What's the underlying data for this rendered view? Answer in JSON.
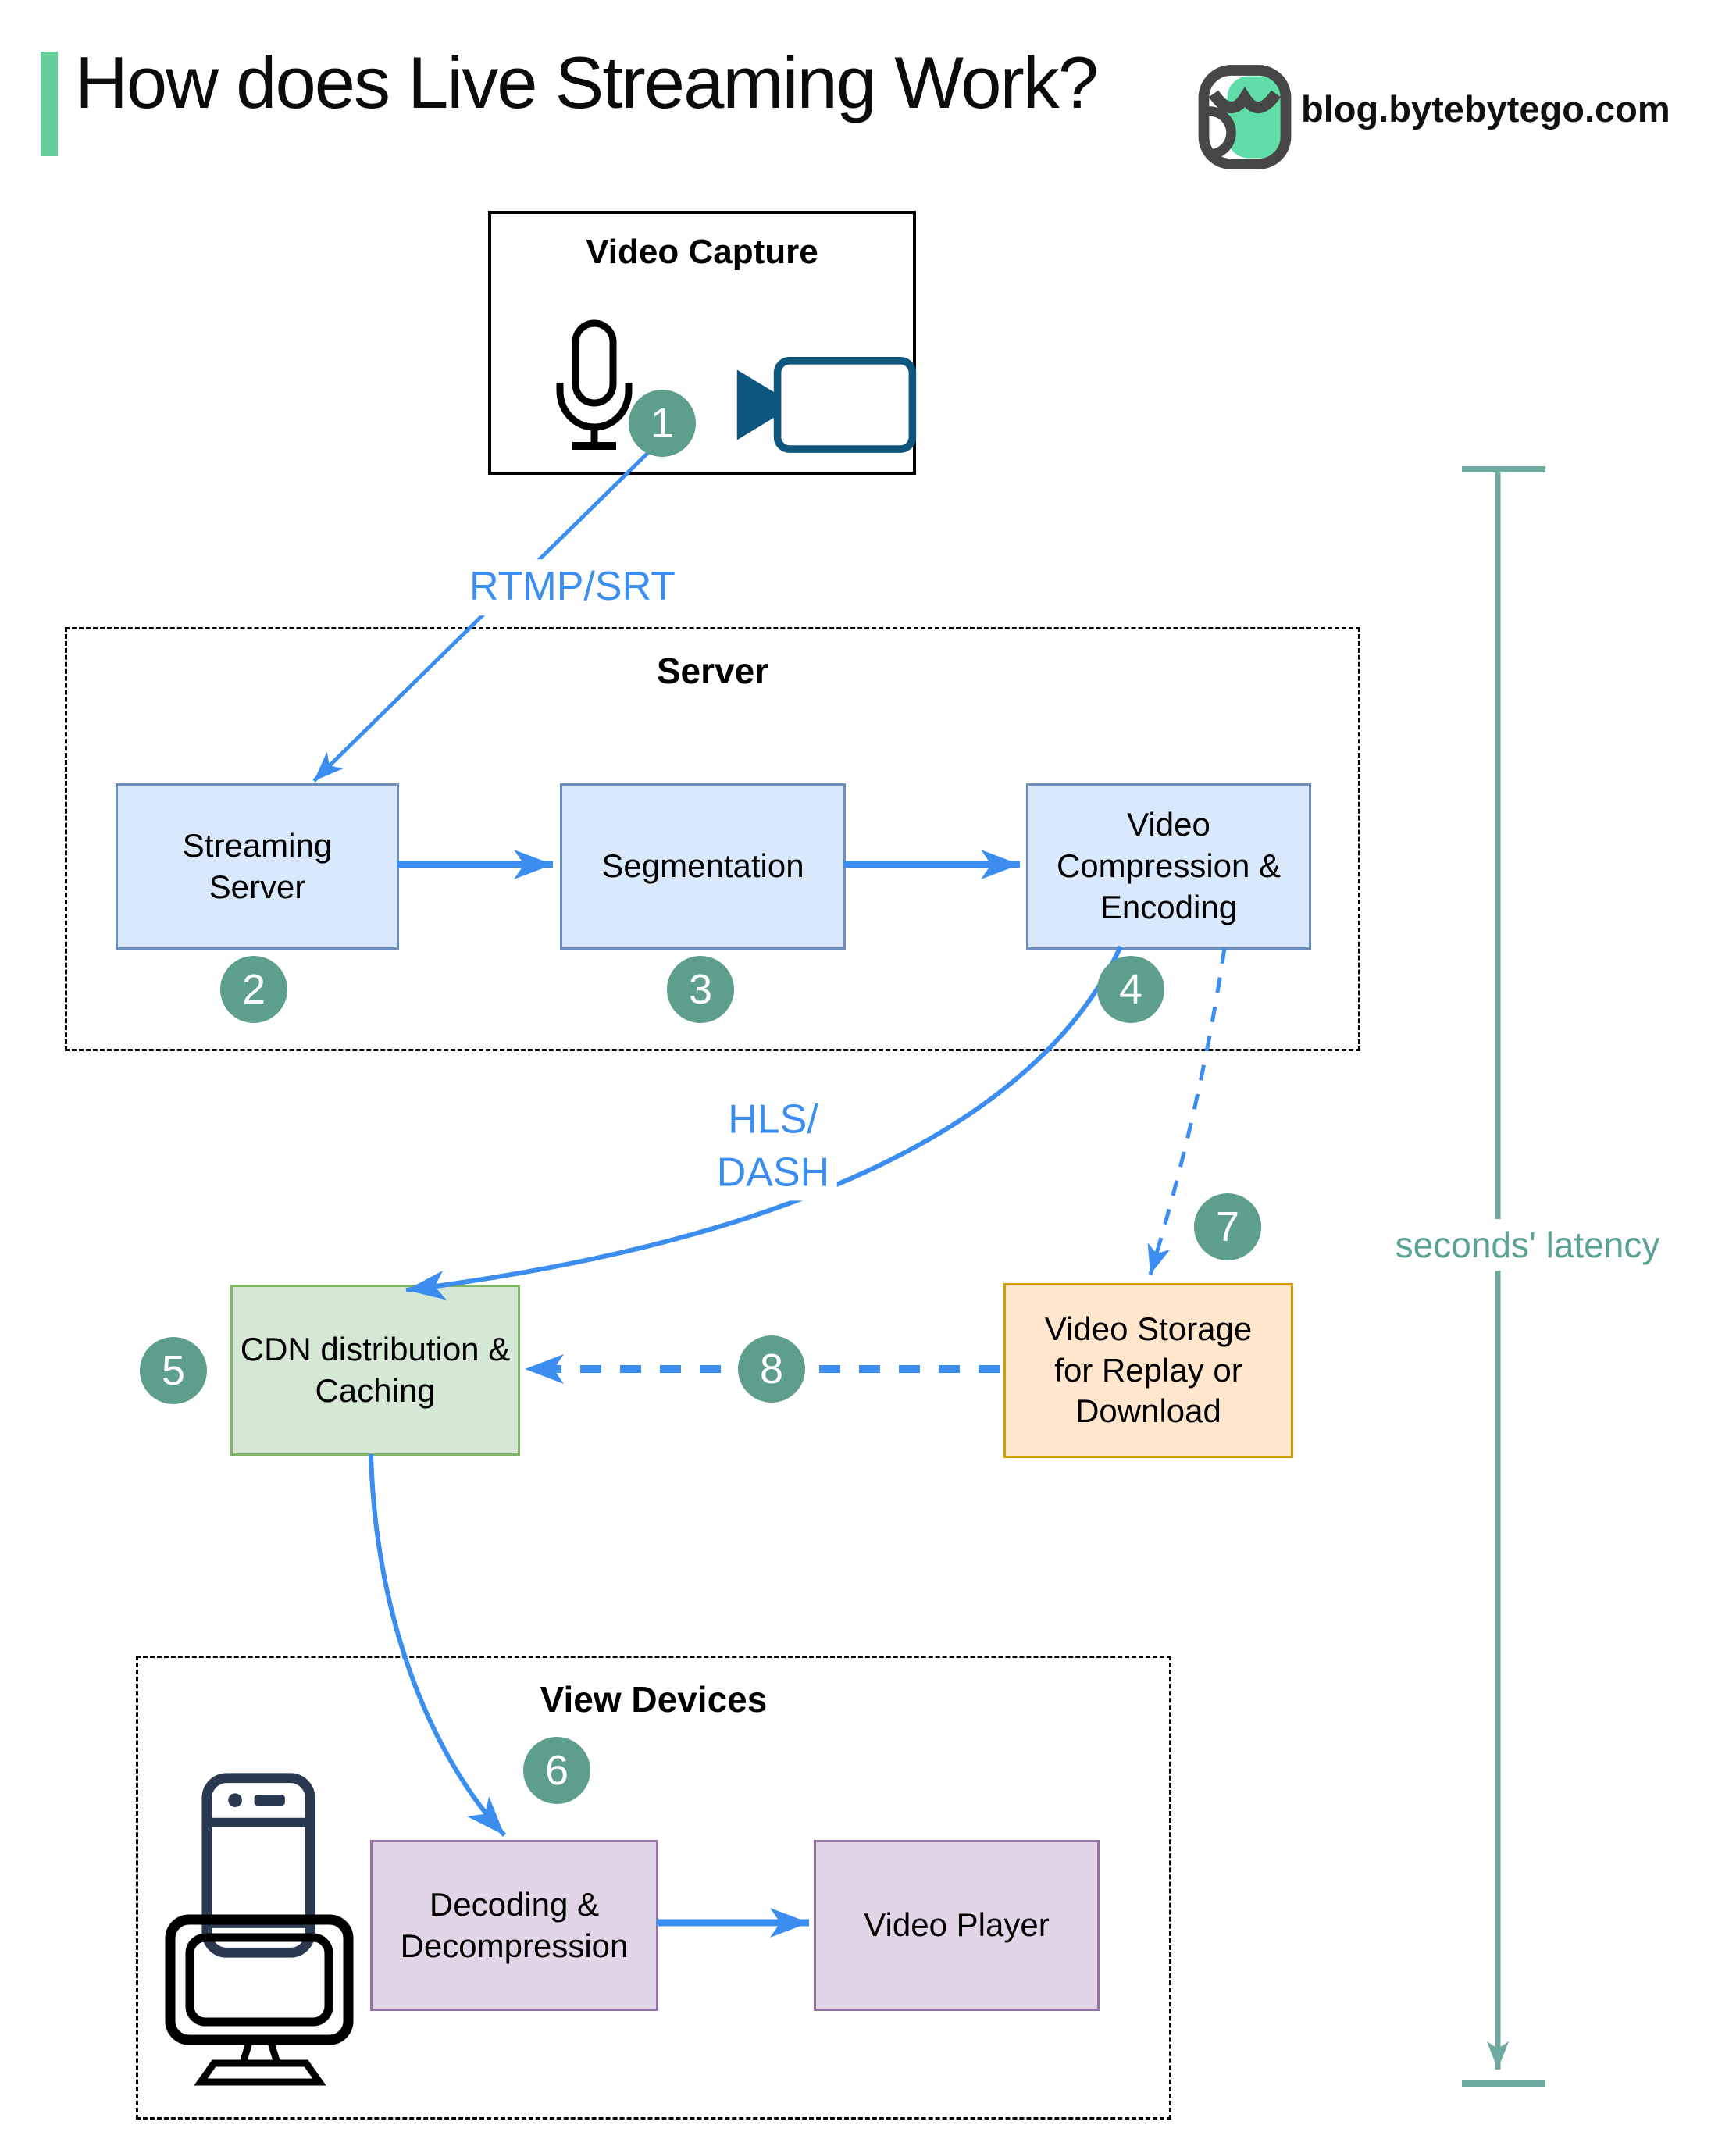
{
  "header": {
    "title": "How does Live Streaming Work?",
    "brand": "blog.bytebytego.com"
  },
  "groups": {
    "video_capture": "Video Capture",
    "server": "Server",
    "view_devices": "View Devices"
  },
  "nodes": {
    "streaming_server": "Streaming Server",
    "segmentation": "Segmentation",
    "video_compression": "Video Compression & Encoding",
    "cdn": "CDN distribution & Caching",
    "video_storage": "Video Storage for Replay or Download",
    "decoding": "Decoding & Decompression",
    "video_player": "Video Player"
  },
  "edges": {
    "rtmp_label": "RTMP/SRT",
    "hls_line1": "HLS/",
    "hls_line2": "DASH",
    "latency_label": "seconds' latency"
  },
  "steps": [
    "1",
    "2",
    "3",
    "4",
    "5",
    "6",
    "7",
    "8"
  ],
  "icons": {
    "logo": "bytebytego-owl-icon",
    "microphone": "microphone-icon",
    "camera": "video-camera-icon",
    "phone": "smartphone-icon",
    "monitor": "desktop-monitor-icon"
  },
  "colors": {
    "accent_green": "#67CD9B",
    "arrow_blue": "#3B8EF0",
    "step_teal": "#5D9E8D",
    "latency_line": "#6FAA9E",
    "latency_text": "#5AA294",
    "node_blue_fill": "#DAE8FC",
    "node_blue_border": "#6C8EBF",
    "node_green_fill": "#D5E8D4",
    "node_green_border": "#82B366",
    "node_orange_fill": "#FFE6CC",
    "node_orange_border": "#D79B00",
    "node_purple_fill": "#E1D5E7",
    "node_purple_border": "#9673A6",
    "camera_icon": "#0E567D",
    "phone_icon": "#2A3950",
    "logo_green": "#5FDCA7"
  }
}
